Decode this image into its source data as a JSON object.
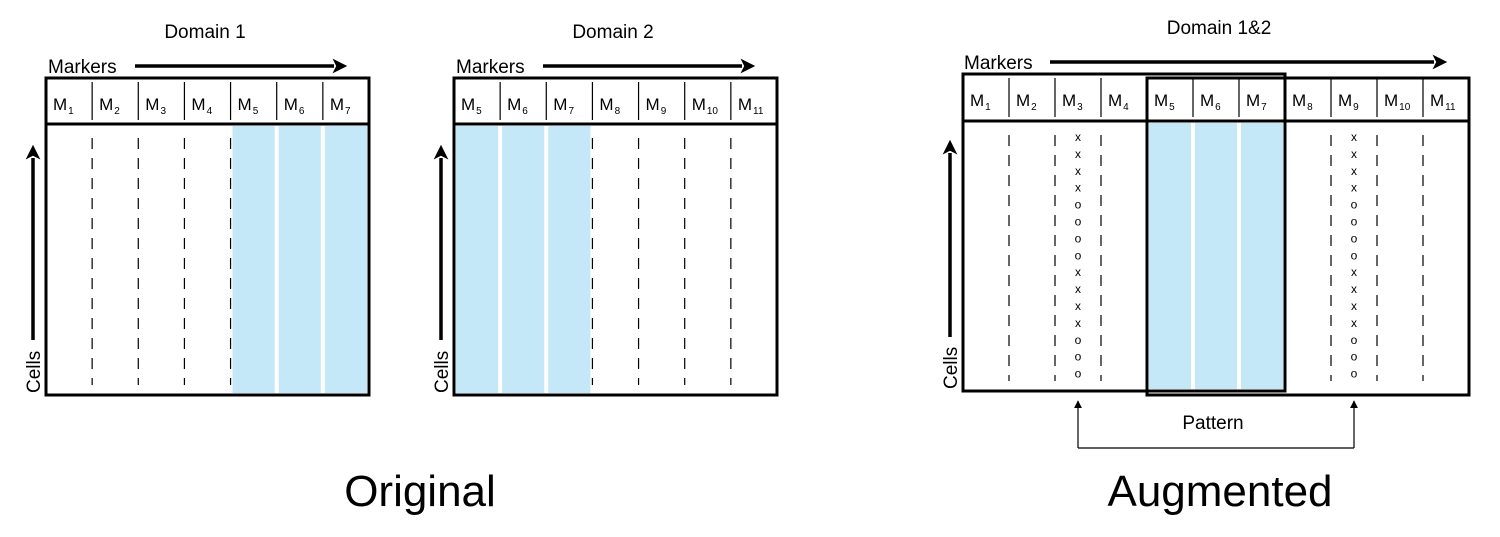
{
  "colors": {
    "highlight": "#c4e8f8",
    "line": "#000000"
  },
  "original": {
    "label": "Original",
    "panels": [
      {
        "title": "Domain 1",
        "axis_markers": "Markers",
        "axis_cells": "Cells",
        "columns": [
          {
            "m": "M",
            "sub": "1"
          },
          {
            "m": "M",
            "sub": "2"
          },
          {
            "m": "M",
            "sub": "3"
          },
          {
            "m": "M",
            "sub": "4"
          },
          {
            "m": "M",
            "sub": "5"
          },
          {
            "m": "M",
            "sub": "6"
          },
          {
            "m": "M",
            "sub": "7"
          }
        ],
        "highlighted": [
          4,
          5,
          6
        ]
      },
      {
        "title": "Domain 2",
        "axis_markers": "Markers",
        "axis_cells": "Cells",
        "columns": [
          {
            "m": "M",
            "sub": "5"
          },
          {
            "m": "M",
            "sub": "6"
          },
          {
            "m": "M",
            "sub": "7"
          },
          {
            "m": "M",
            "sub": "8"
          },
          {
            "m": "M",
            "sub": "9"
          },
          {
            "m": "M",
            "sub": "10"
          },
          {
            "m": "M",
            "sub": "11"
          }
        ],
        "highlighted": [
          0,
          1,
          2
        ]
      }
    ]
  },
  "augmented": {
    "label": "Augmented",
    "title": "Domain 1&2",
    "axis_markers": "Markers",
    "axis_cells": "Cells",
    "columns": [
      {
        "m": "M",
        "sub": "1"
      },
      {
        "m": "M",
        "sub": "2"
      },
      {
        "m": "M",
        "sub": "3"
      },
      {
        "m": "M",
        "sub": "4"
      },
      {
        "m": "M",
        "sub": "5"
      },
      {
        "m": "M",
        "sub": "6"
      },
      {
        "m": "M",
        "sub": "7"
      },
      {
        "m": "M",
        "sub": "8"
      },
      {
        "m": "M",
        "sub": "9"
      },
      {
        "m": "M",
        "sub": "10"
      },
      {
        "m": "M",
        "sub": "11"
      }
    ],
    "highlighted": [
      4,
      5,
      6
    ],
    "pattern_label": "Pattern",
    "pattern_columns": [
      2,
      8
    ],
    "pattern_marks": [
      "x",
      "x",
      "x",
      "x",
      "o",
      "o",
      "o",
      "o",
      "x",
      "x",
      "x",
      "x",
      "o",
      "o",
      "o"
    ]
  }
}
